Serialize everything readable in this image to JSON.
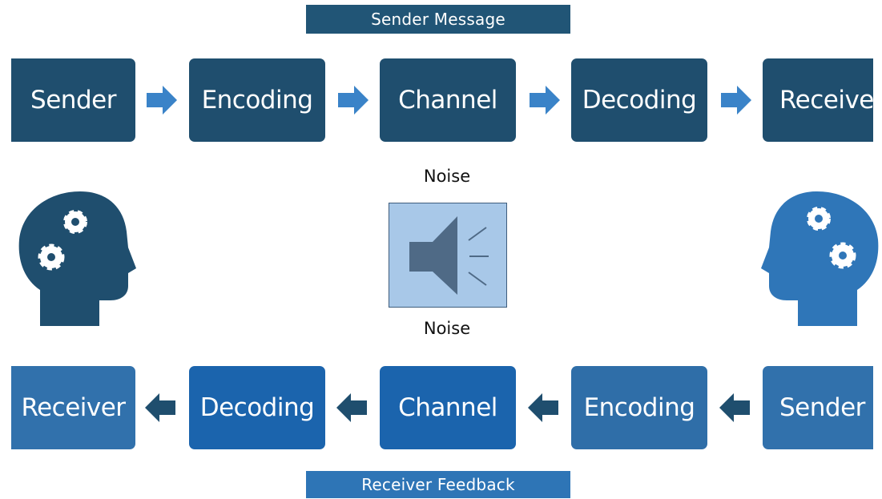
{
  "header": {
    "banner": "Sender Message"
  },
  "footer": {
    "banner": "Receiver Feedback"
  },
  "top_flow": [
    "Sender",
    "Encoding",
    "Channel",
    "Decoding",
    "Receive"
  ],
  "bottom_flow": [
    "Receiver",
    "Decoding",
    "Channel",
    "Encoding",
    "Sender"
  ],
  "noise": {
    "label_top": "Noise",
    "label_bottom": "Noise",
    "icon": "speaker-icon"
  },
  "icons": {
    "left_head": "head-gears-icon",
    "right_head": "head-gears-icon"
  },
  "colors": {
    "dark_blue": "#1f4e6e",
    "mid_blue": "#2f6ea8",
    "bright_blue": "#1b64ad",
    "speaker_bg": "#a8c8e8"
  }
}
